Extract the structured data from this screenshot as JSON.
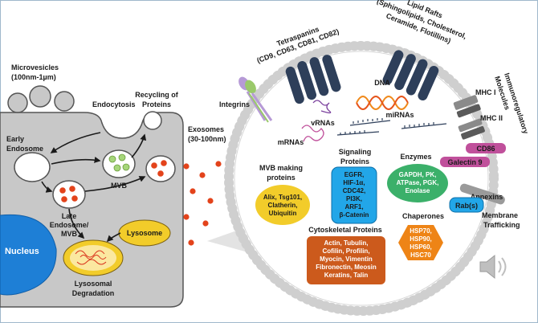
{
  "cell": {
    "microvesicles": [
      "Microvesicles",
      "(100nm-1µm)"
    ],
    "endocytosis": "Endocytosis",
    "recycling": [
      "Recycling of",
      "Proteins"
    ],
    "early_endosome": [
      "Early",
      "Endosome"
    ],
    "mvb": "MVB",
    "late_endosome": [
      "Late",
      "Endosome/",
      "MVB"
    ],
    "lysosome": "Lysosome",
    "nucleus": "Nucleus",
    "degradation": [
      "Lysosomal",
      "Degradation"
    ],
    "exosomes": [
      "Exosomes",
      "(30-100nm)"
    ]
  },
  "exosome": {
    "tetraspanins": [
      "Tetraspanins",
      "(CD9, CD63, CD81, CD82)"
    ],
    "lipid_rafts": [
      "Lipid Rafts",
      "(Sphingolipids, Cholesterol,",
      "Ceramide, Flotillins)"
    ],
    "integrins": "Integrins",
    "dna": "DNA",
    "vrnas": "vRNAs",
    "mirnas": "miRNAs",
    "mrnas": "mRNAs",
    "mhc1": "MHC I",
    "mhc2": "MHC II",
    "immuno": [
      "Immunoregulatory",
      "Molecules"
    ],
    "cd86": "CD86",
    "galectin": "Galectin 9",
    "annexins": "Annexins",
    "rabs": "Rab(s)",
    "membrane_trafficking": [
      "Membrane",
      "Trafficking"
    ],
    "mvb_making": {
      "title": [
        "MVB making",
        "proteins"
      ],
      "items": [
        "Alix, Tsg101,",
        "Clatherin,",
        "Ubiquitin"
      ]
    },
    "signaling": {
      "title": [
        "Signaling",
        "Proteins"
      ],
      "items": [
        "EGFR,",
        "HIF-1α,",
        "CDC42,",
        "PI3K,",
        "ARF1,",
        "β-Catenin"
      ]
    },
    "enzymes": {
      "title": "Enzymes",
      "items": [
        "GAPDH, PK,",
        "ATPase, PGK,",
        "Enolase"
      ]
    },
    "chaperones": {
      "title": "Chaperones",
      "items": [
        "HSP70,",
        "HSP90,",
        "HSP60,",
        "HSC70"
      ]
    },
    "cytoskeletal": {
      "title": "Cytoskeletal Proteins",
      "items": [
        "Actin, Tubulin,",
        "Cofilin, Profilin,",
        "Myocin, Vimentin",
        "Fibronectin, Meosin",
        "Keratins, Talin"
      ]
    }
  },
  "colors": {
    "cell": "#c8c8c8",
    "nucleus": "#1e7fd6",
    "mvb_making": "#f2cc2a",
    "signaling": "#22a6e8",
    "enzymes": "#3bb06a",
    "chaperones": "#ee8416",
    "cytoskeletal": "#cc5a1c",
    "exosome_dot": "#e3431b",
    "cd86": "#c0509b"
  },
  "icons": [
    "speaker-icon"
  ]
}
